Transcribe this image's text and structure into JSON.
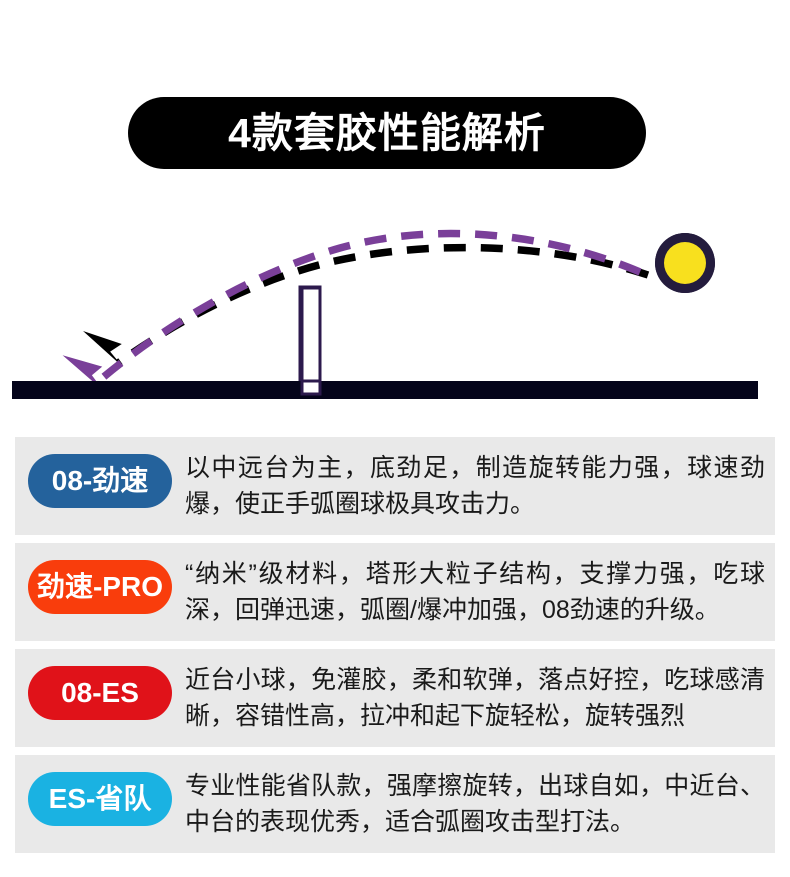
{
  "header": {
    "title": "4款套胶性能解析",
    "title_bg_color": "#000000",
    "title_text_color": "#ffffff"
  },
  "illustration": {
    "name": "table-tennis-trajectory-diagram",
    "description": "乒乓球台侧视图，球从右侧飞出，两条虚线弧线轨迹越过球网指向左方",
    "table_color": "#04041a",
    "net_fill_color": "#ffffff",
    "net_border_color": "#2c1a4d",
    "ball_fill_color": "#f8e01e",
    "ball_ring_color": "#241c3d",
    "trajectory_black_color": "#000000",
    "trajectory_purple_color": "#7a3f99"
  },
  "features": [
    {
      "badge": "08-劲速",
      "badge_color": "#24629c",
      "text": "以中远台为主，底劲足，制造旋转能力强，球速劲爆，使正手弧圈球极具攻击力。"
    },
    {
      "badge": "劲速-PRO",
      "badge_color": "#f93d0c",
      "text": "“纳米”级材料，塔形大粒子结构，支撑力强，吃球深，回弹迅速，弧圈/爆冲加强，08劲速的升级。"
    },
    {
      "badge": "08-ES",
      "badge_color": "#e01219",
      "text": "近台小球，免灌胶，柔和软弹，落点好控，吃球感清晰，容错性高，拉冲和起下旋轻松，旋转强烈"
    },
    {
      "badge": "ES-省队",
      "badge_color": "#1ab2e2",
      "text": "专业性能省队款，强摩擦旋转，出球自如，中近台、中台的表现优秀，适合弧圈攻击型打法。"
    }
  ]
}
